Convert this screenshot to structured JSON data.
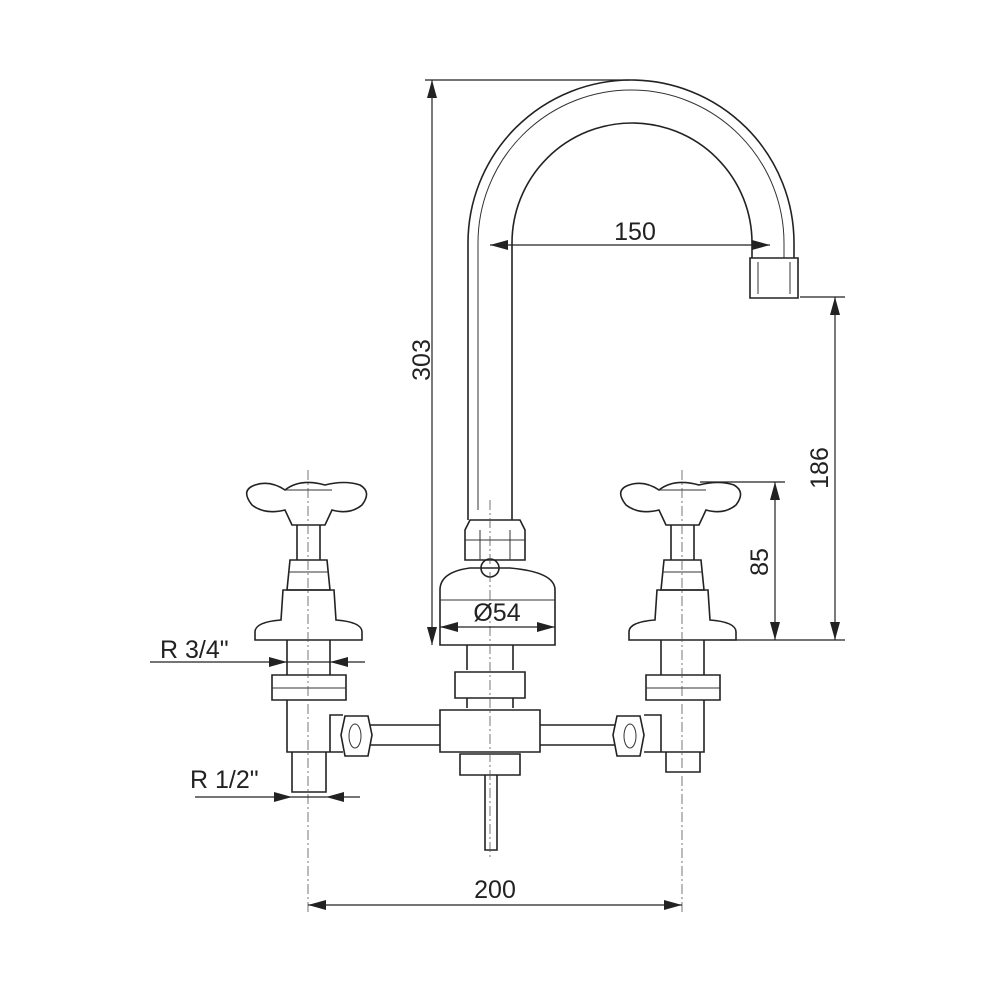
{
  "dimensions": {
    "total_height": "303",
    "spout_reach": "150",
    "spout_outlet_height": "186",
    "handle_height": "85",
    "base_diameter": "Ø54",
    "inlet_thread": "R 3/4\"",
    "outlet_thread": "R 1/2\"",
    "valve_spacing": "200"
  },
  "colors": {
    "line": "#222222",
    "background": "#ffffff"
  }
}
